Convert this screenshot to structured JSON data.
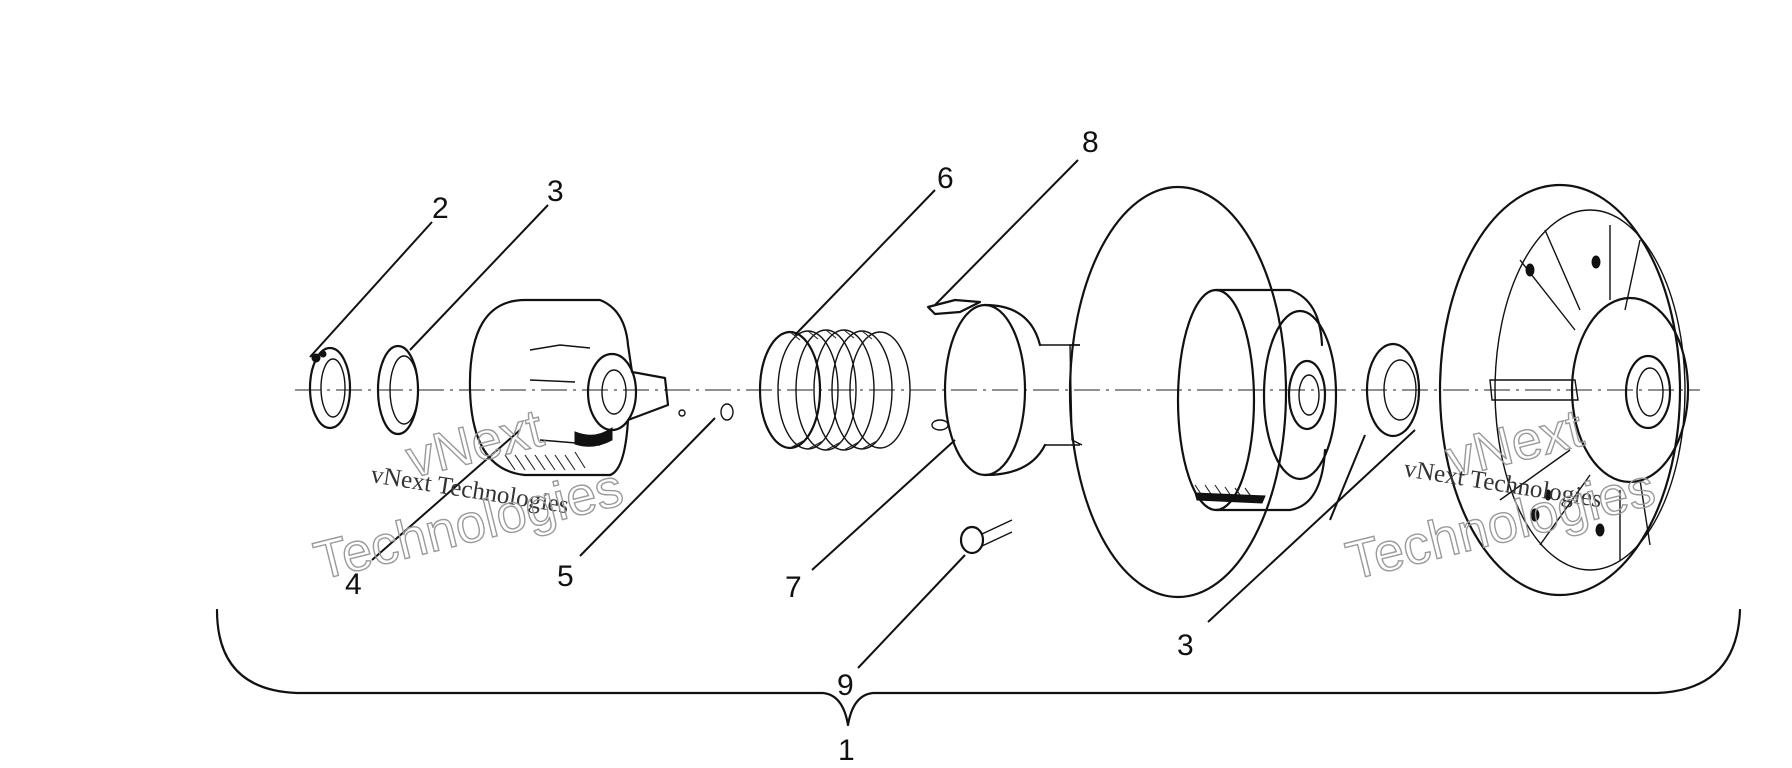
{
  "callouts": [
    {
      "id": "c1",
      "text": "1"
    },
    {
      "id": "c2",
      "text": "2"
    },
    {
      "id": "c3a",
      "text": "3"
    },
    {
      "id": "c3b",
      "text": "3"
    },
    {
      "id": "c4",
      "text": "4"
    },
    {
      "id": "c5",
      "text": "5"
    },
    {
      "id": "c6",
      "text": "6"
    },
    {
      "id": "c7",
      "text": "7"
    },
    {
      "id": "c8",
      "text": "8"
    },
    {
      "id": "c9",
      "text": "9"
    }
  ],
  "watermark": {
    "line": "vNext Technologies",
    "outline_top": "vNext",
    "outline_bottom": "Technologies"
  }
}
